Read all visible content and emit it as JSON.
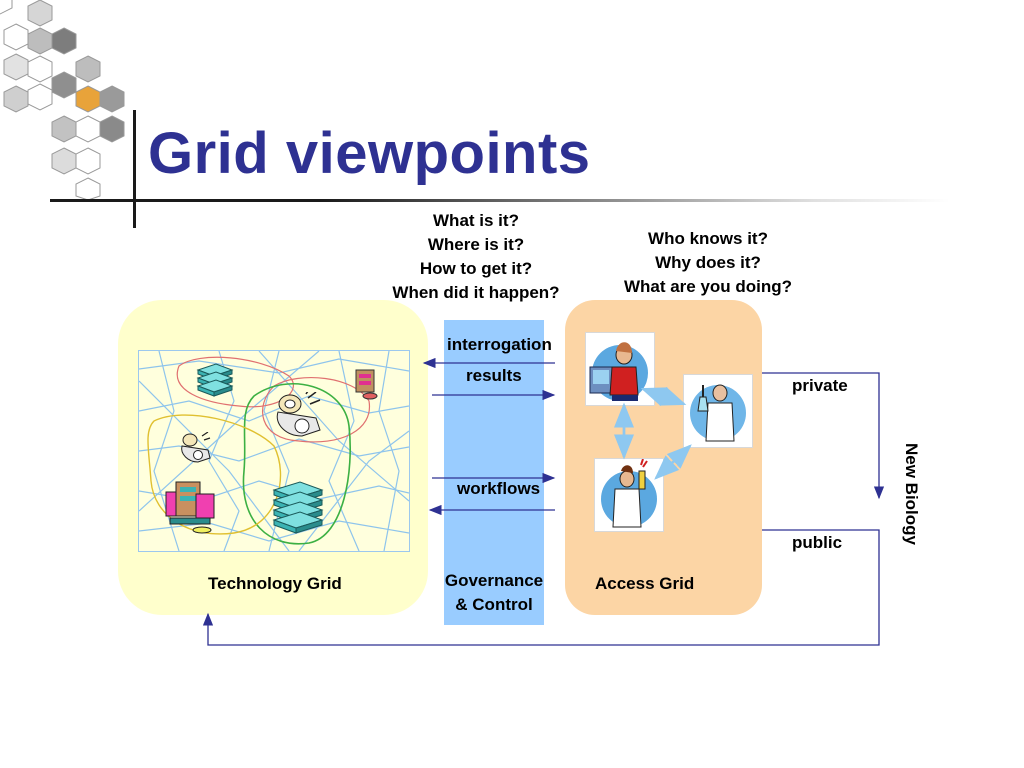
{
  "title": "Grid viewpoints",
  "questions_tech": [
    "What is it?",
    "Where is it?",
    "How to get it?",
    "When did it happen?"
  ],
  "questions_access": [
    "Who knows it?",
    "Why does it?",
    "What are you doing?"
  ],
  "labels": {
    "interrogation": "interrogation",
    "results": "results",
    "workflows": "workflows",
    "governance_line1": "Governance",
    "governance_line2": "& Control",
    "technology_grid": "Technology Grid",
    "access_grid": "Access Grid",
    "private": "private",
    "public": "public",
    "new_biology": "New Biology"
  },
  "colors": {
    "title": "#2E3192",
    "tech_panel": "#FFFFCC",
    "access_panel": "#FCD5A5",
    "governance_bar": "#99CCFF",
    "arrows": "#2E3192"
  },
  "icons": [
    "hexagon-pattern-logo",
    "server-stack-icon",
    "computer-tower-icon",
    "telephone-icon",
    "scientist-at-computer-icon",
    "scientist-with-flask-icon"
  ]
}
